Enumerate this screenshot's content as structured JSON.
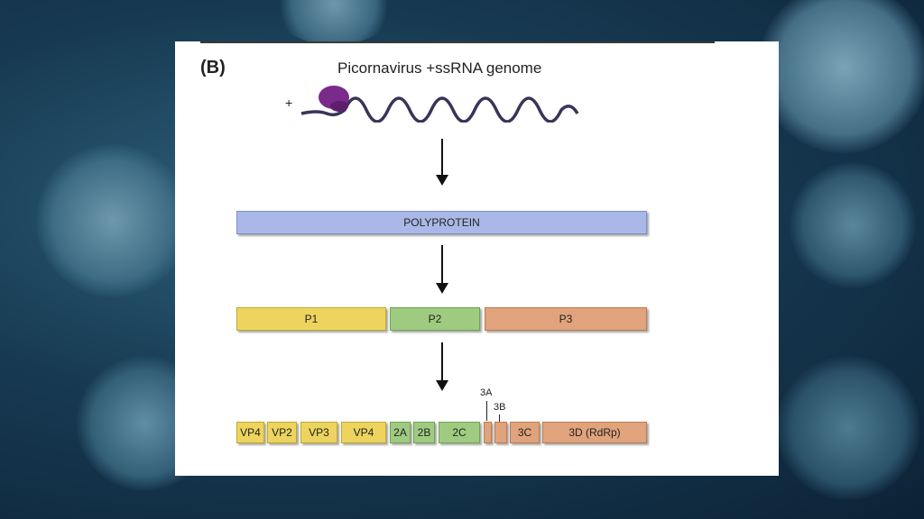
{
  "diagram": {
    "panel_label": "(B)",
    "genome_title": "Picornavirus +ssRNA genome",
    "plus_sign": "+",
    "polyprotein_label": "POLYPROTEIN",
    "precursors": [
      "P1",
      "P2",
      "P3"
    ],
    "mature_proteins": [
      "VP4",
      "VP2",
      "VP3",
      "VP4",
      "2A",
      "2B",
      "2C",
      "3C",
      "3D (RdRp)"
    ],
    "small_labels": [
      "3A",
      "3B"
    ],
    "colors": {
      "polyprotein": "#a9b8e6",
      "p1_region": "#ecd45e",
      "p2_region": "#9fcb80",
      "p3_region": "#e0a37c",
      "cap_protein": "#7a2a8a",
      "rna_strand": "#3b3358"
    }
  }
}
